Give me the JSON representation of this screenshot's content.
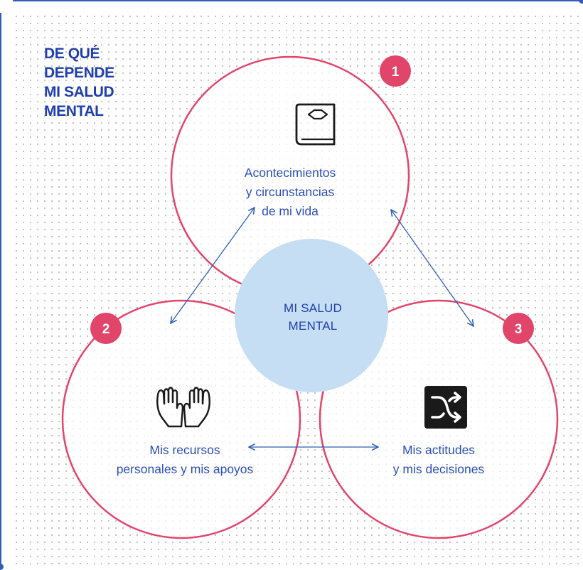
{
  "title_lines": [
    "DE QUÉ",
    "DEPENDE",
    "MI SALUD",
    "MENTAL"
  ],
  "center": {
    "lines": [
      "MI SALUD",
      "MENTAL"
    ]
  },
  "factors": [
    {
      "number": "1",
      "icon": "book-icon",
      "lines": [
        "Acontecimientos",
        "y circunstancias",
        "de mi vida"
      ]
    },
    {
      "number": "2",
      "icon": "open-hands-icon",
      "lines": [
        "Mis recursos",
        "personales y mis apoyos"
      ]
    },
    {
      "number": "3",
      "icon": "shuffle-icon",
      "lines": [
        "Mis actitudes",
        "y mis decisiones"
      ]
    }
  ],
  "colors": {
    "circle_stroke": "#e2456a",
    "badge": "#e2456a",
    "center_fill": "#c5def3",
    "title": "#1f3fae",
    "text": "#2b4fb7",
    "arrow": "#2f5db8"
  }
}
